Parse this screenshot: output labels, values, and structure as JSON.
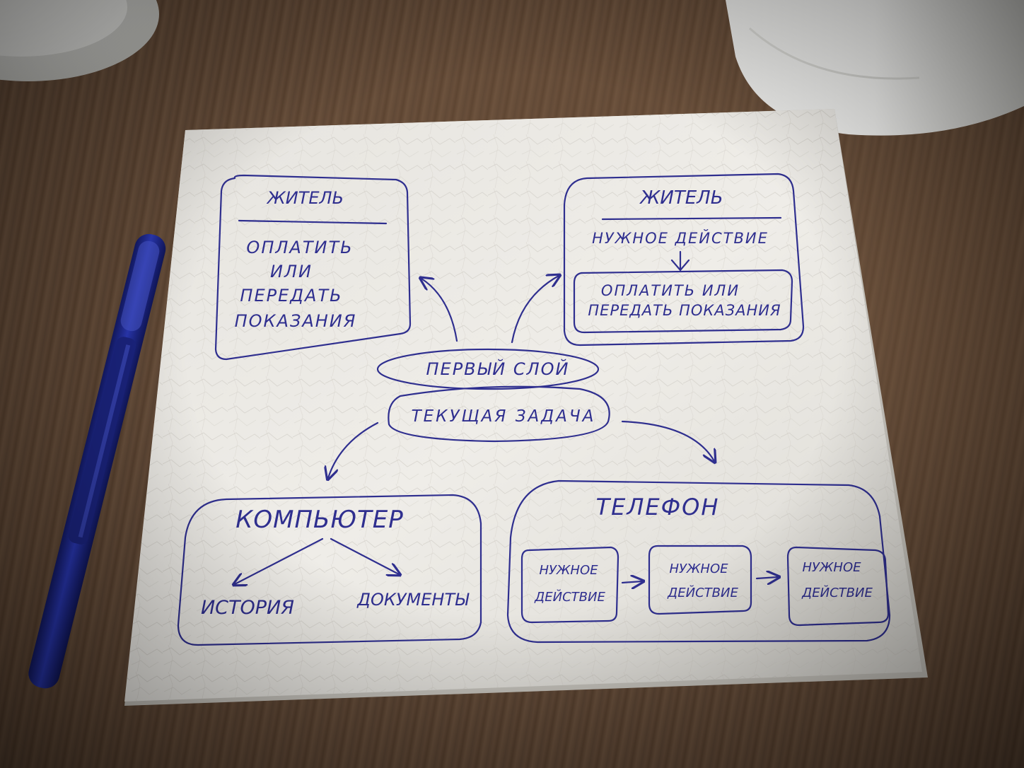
{
  "napkin": {
    "top_left_card": {
      "title": "ЖИТЕЛЬ",
      "lines": [
        "ОПЛАТИТЬ",
        "ИЛИ",
        "ПЕРЕДАТЬ",
        "ПОКАЗАНИЯ"
      ]
    },
    "top_right_card": {
      "title": "ЖИТЕЛЬ",
      "action": "НУЖНОЕ ДЕЙСТВИЕ",
      "inner_lines": [
        "ОПЛАТИТЬ  ИЛИ",
        "ПЕРЕДАТЬ  ПОКАЗАНИЯ"
      ]
    },
    "center": {
      "layer": "ПЕРВЫЙ СЛОЙ",
      "task": "ТЕКУЩАЯ ЗАДАЧА"
    },
    "computer_card": {
      "title": "КОМПЬЮТЕР",
      "left_item": "ИСТОРИЯ",
      "right_item": "ДОКУМЕНТЫ"
    },
    "phone_card": {
      "title": "ТЕЛЕФОН",
      "steps": [
        {
          "line1": "НУЖНОЕ",
          "line2": "ДЕЙСТВИЕ"
        },
        {
          "line1": "НУЖНОЕ",
          "line2": "ДЕЙСТВИЕ"
        },
        {
          "line1": "НУЖНОЕ",
          "line2": "ДЕЙСТВИЕ"
        }
      ]
    }
  },
  "colors": {
    "ink": "#2f2f8f",
    "napkin": "#e9e7e2",
    "pen_body": "#1f2a8c",
    "table_wood": "#5e4735"
  }
}
